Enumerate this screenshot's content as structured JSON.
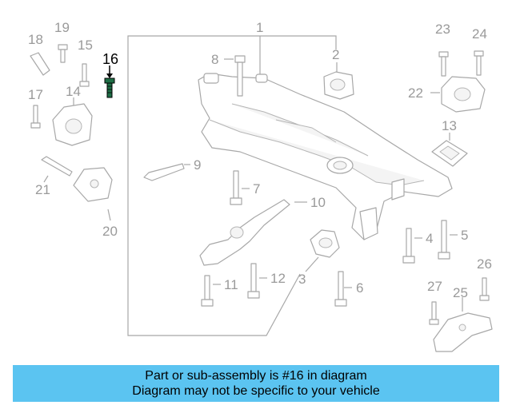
{
  "diagram": {
    "callouts": {
      "c1": "1",
      "c2": "2",
      "c3": "3",
      "c4": "4",
      "c5": "5",
      "c6": "6",
      "c7": "7",
      "c8": "8",
      "c9": "9",
      "c10": "10",
      "c11": "11",
      "c12": "12",
      "c13": "13",
      "c14": "14",
      "c15": "15",
      "c16": "16",
      "c17": "17",
      "c18": "18",
      "c19": "19",
      "c20": "20",
      "c21": "21",
      "c22": "22",
      "c23": "23",
      "c24": "24",
      "c25": "25",
      "c26": "26",
      "c27": "27"
    },
    "highlight_color": "#000000",
    "part_color": "#a8a8a8"
  },
  "banner": {
    "line1": "Part or sub-assembly is #16 in diagram",
    "line2": "Diagram may not be specific to your vehicle",
    "background": "#5bc4f1"
  }
}
